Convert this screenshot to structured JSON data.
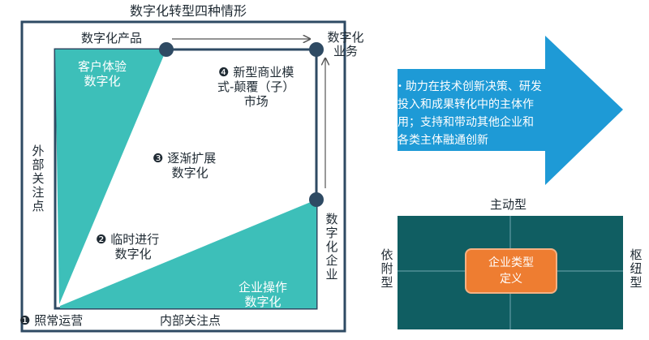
{
  "title": "数字化转型四种情形",
  "axes": {
    "x_label": "内部关注点",
    "y_label_chars": [
      "外",
      "部",
      "关",
      "注",
      "点"
    ]
  },
  "corners": {
    "top_left": "数字化产品",
    "top_right_lines": [
      "数字化",
      "业务"
    ],
    "bottom_right_chars": [
      "数",
      "字",
      "化",
      "企",
      "业"
    ]
  },
  "scenarios": [
    {
      "num": "❶",
      "text": "照常运营"
    },
    {
      "num": "❷",
      "lines": [
        "临时进行",
        "数字化"
      ]
    },
    {
      "num": "❸",
      "lines": [
        "逐渐扩展",
        "数字化"
      ]
    },
    {
      "num": "❹",
      "lines": [
        "新型商业模",
        "式-颠覆（子）",
        "市场"
      ]
    }
  ],
  "regions": {
    "customer": [
      "客户体验",
      "数字化"
    ],
    "enterprise": [
      "企业操作",
      "数字化"
    ]
  },
  "arrow_callout": {
    "bullet": "•",
    "lines": [
      "助力在技术创新决策、研发",
      "投入和成果转化中的主体作",
      "用；支持和带动其他企业和",
      "各类主体融通创新"
    ]
  },
  "matrix": {
    "top": "主动型",
    "left_chars": [
      "依",
      "附",
      "型"
    ],
    "right_chars": [
      "枢",
      "纽",
      "型"
    ],
    "center_lines": [
      "企业类型",
      "定义"
    ]
  },
  "colors": {
    "teal": "#3dbfb9",
    "navy": "#2e4a63",
    "dark_teal": "#105e62",
    "blue_arrow": "#1e9ad6",
    "orange": "#ee7d31"
  }
}
